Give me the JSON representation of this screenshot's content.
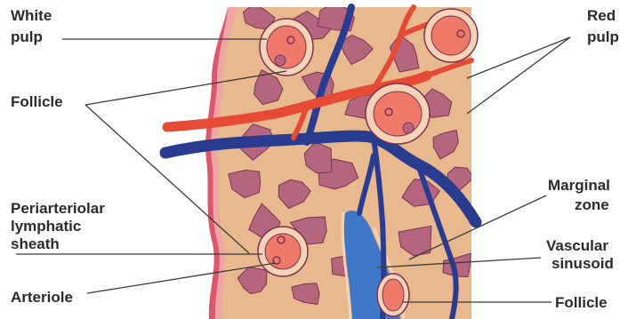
{
  "labels": {
    "white_pulp": [
      "White",
      "pulp"
    ],
    "follicle_left": "Follicle",
    "pals": [
      "Periarteriolar",
      "lymphatic",
      "sheath"
    ],
    "arteriole": "Arteriole",
    "red_pulp": [
      "Red",
      "pulp"
    ],
    "marginal_zone": [
      "Marginal",
      "zone"
    ],
    "vascular_sinusoid": [
      "Vascular",
      "sinusoid"
    ],
    "follicle_right": "Follicle"
  },
  "colors": {
    "background": "#ffffff",
    "capsule_outer": "#d9586a",
    "capsule_inner": "#f2a5a8",
    "tissue": "#e8b98f",
    "red_pulp_islands": "#b5657e",
    "island_outline": "#7a3350",
    "vein": "#2a3c8f",
    "vein_light": "#3f78c8",
    "artery": "#e64a34",
    "follicle_fill": "#f07a6a",
    "follicle_ring": "#f6d3b6",
    "label_text": "#2b2b2b"
  }
}
